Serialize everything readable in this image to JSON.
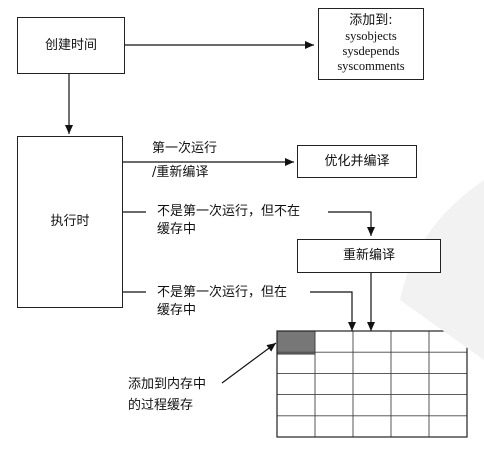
{
  "nodes": {
    "create_time": "创建时间",
    "add_to_title": "添加到:",
    "add_to_items": [
      "sysobjects",
      "sysdepends",
      "syscomments"
    ],
    "execute_time": "执行时",
    "optimize_compile": "优化并编译",
    "recompile": "重新编译"
  },
  "edges": {
    "first_run_1": "第一次运行",
    "first_run_2": "/重新编译",
    "not_first_not_cached_1": "不是第一次运行，但不在",
    "not_first_not_cached_2": "缓存中",
    "not_first_cached_1": "不是第一次运行，但在",
    "not_first_cached_2": "缓存中",
    "add_to_cache_1": "添加到内存中",
    "add_to_cache_2": "的过程缓存"
  },
  "cache_grid": {
    "rows": 5,
    "cols": 5,
    "highlighted_cell": [
      0,
      0
    ]
  }
}
